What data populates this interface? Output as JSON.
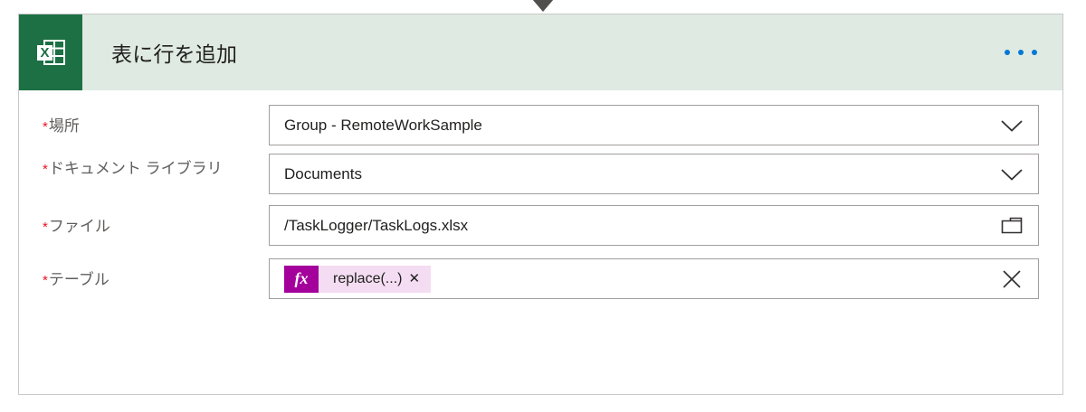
{
  "connector": {
    "arrow_icon": "arrow-down-icon"
  },
  "card": {
    "app_icon": "excel-icon",
    "title": "表に行を追加",
    "overflow_menu": {
      "icon": "ellipsis-icon",
      "label": "..."
    },
    "header_color": "#dfeae2",
    "icon_color": "#1d7044",
    "accent_color": "#0078d4",
    "required_marker": "*",
    "fields": [
      {
        "name": "location",
        "label": "場所",
        "required": true,
        "value": "Group - RemoteWorkSample",
        "control": "dropdown",
        "trailing_icon": "chevron-down-icon"
      },
      {
        "name": "document-library",
        "label": "ドキュメント ライブラリ",
        "required": true,
        "value": "Documents",
        "control": "dropdown",
        "trailing_icon": "chevron-down-icon"
      },
      {
        "name": "file",
        "label": "ファイル",
        "required": true,
        "value": "/TaskLogger/TaskLogs.xlsx",
        "control": "file-picker",
        "trailing_icon": "folder-icon"
      },
      {
        "name": "table",
        "label": "テーブル",
        "required": true,
        "value": "",
        "control": "token",
        "trailing_icon": "close-icon",
        "token": {
          "fx_label": "fx",
          "text": "replace(...)",
          "remove_label": "✕",
          "fx_color": "#a4009c",
          "chip_color": "#f4ddf2"
        }
      }
    ]
  }
}
